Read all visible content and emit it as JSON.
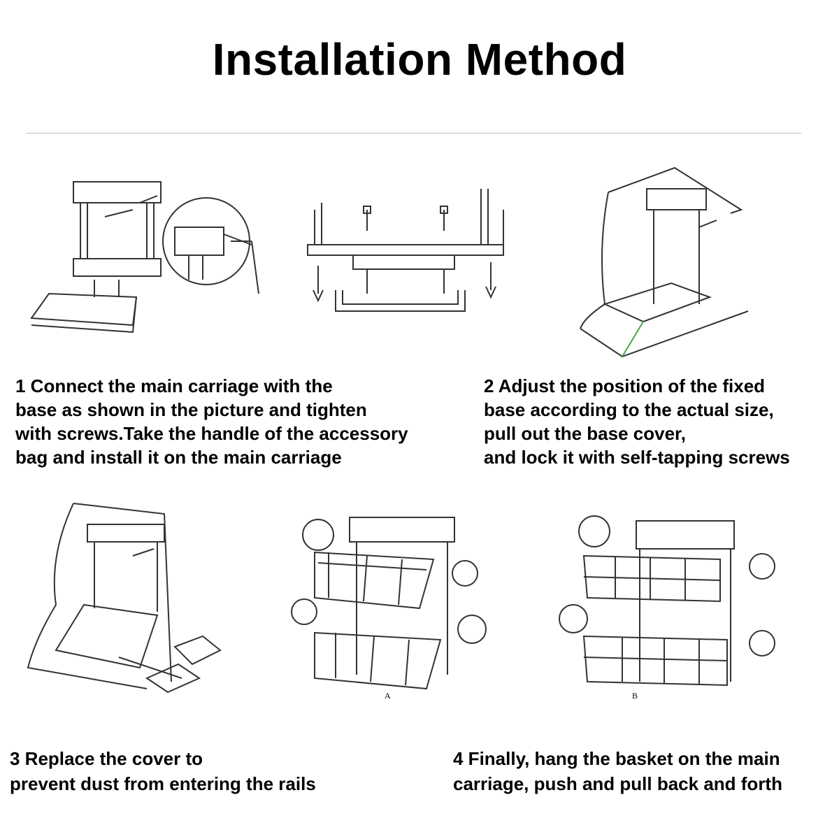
{
  "title": "Installation Method",
  "steps": [
    {
      "lines": [
        "1 Connect the main carriage with the",
        "base as shown in the picture and tighten",
        "with screws.Take the handle of the accessory",
        "bag and install it on the main carriage"
      ]
    },
    {
      "lines": [
        "2 Adjust the position of the fixed",
        "base according to the actual size,",
        "pull out the base cover,",
        "and lock it with self-tapping screws"
      ]
    },
    {
      "lines": [
        "3 Replace the cover to",
        "prevent dust from entering the rails"
      ]
    },
    {
      "lines": [
        "4 Finally, hang the basket on the main",
        "carriage, push and pull back and forth"
      ]
    }
  ],
  "figure_labels": {
    "a": "A",
    "b": "B"
  }
}
